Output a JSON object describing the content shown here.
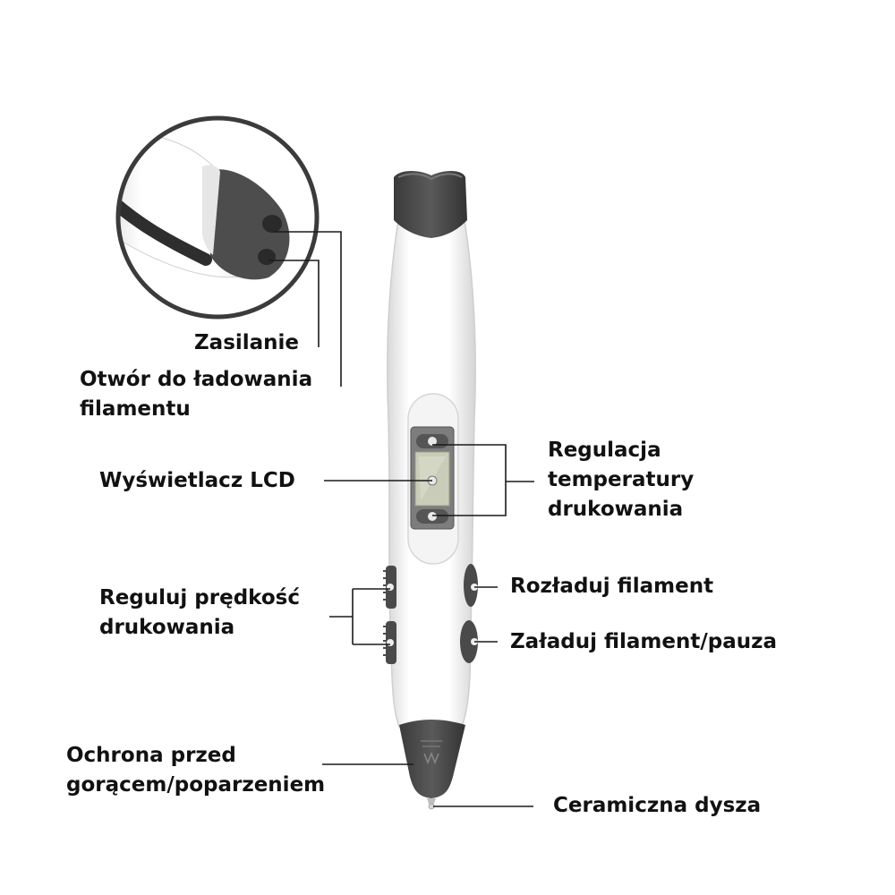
{
  "labels": {
    "power": "Zasilanie",
    "filament_port": [
      "Otwór do ładowania",
      "filamentu"
    ],
    "lcd": "Wyświetlacz LCD",
    "temp": [
      "Regulacja",
      "temperatury",
      "drukowania"
    ],
    "speed": [
      "Reguluj prędkość",
      "drukowania"
    ],
    "unload": "Rozładuj filament",
    "load": "Załaduj filament/pauza",
    "heat_guard": [
      "Ochrona przed",
      "gorącem/poparzeniem"
    ],
    "nozzle": "Ceramiczna dysza"
  },
  "colors": {
    "body": "#ffffff",
    "body_shade": "#e3e3e3",
    "cap": "#4a4a4a",
    "screen": "#8a8a8a",
    "lcd_glass": "#c9ccb8",
    "text": "#111111"
  }
}
